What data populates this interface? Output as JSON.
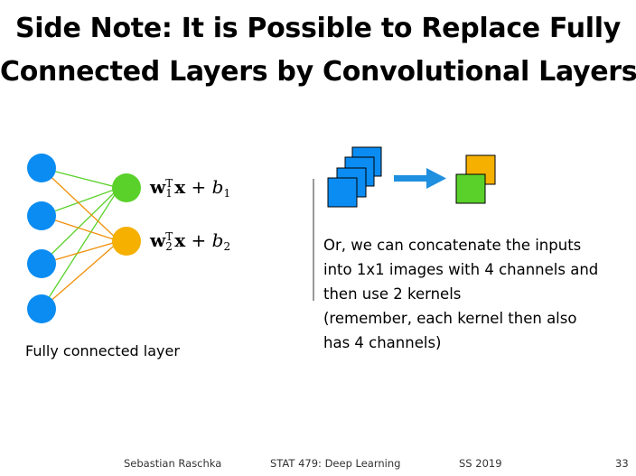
{
  "slide": {
    "title_line1": "Side Note: It is Possible to Replace Fully",
    "title_line2": "Connected Layers by Convolutional Layers"
  },
  "left_diagram": {
    "caption": "Fully connected layer",
    "eq1": {
      "w": "w",
      "sup": "T",
      "sub": "1",
      "x": "x",
      "op": "+",
      "b": "b",
      "bsub": "1"
    },
    "eq2": {
      "w": "w",
      "sup": "T",
      "sub": "2",
      "x": "x",
      "op": "+",
      "b": "b",
      "bsub": "2"
    }
  },
  "right_text": {
    "line1": "Or, we can concatenate the inputs",
    "line2": "into 1x1 images with 4 channels and",
    "line3": "then use 2 kernels",
    "line4": "(remember, each kernel then also",
    "line5": "has 4 channels)"
  },
  "footer": {
    "author": "Sebastian Raschka",
    "course": "STAT 479: Deep Learning",
    "term": "SS 2019",
    "page": "33"
  },
  "colors": {
    "input_node": "#0a8cf2",
    "output_node_1": "#5ad12a",
    "output_node_2": "#f5b000",
    "edge_green": "#5ad12a",
    "edge_orange": "#f0900a",
    "arrow": "#1f8fe0"
  }
}
